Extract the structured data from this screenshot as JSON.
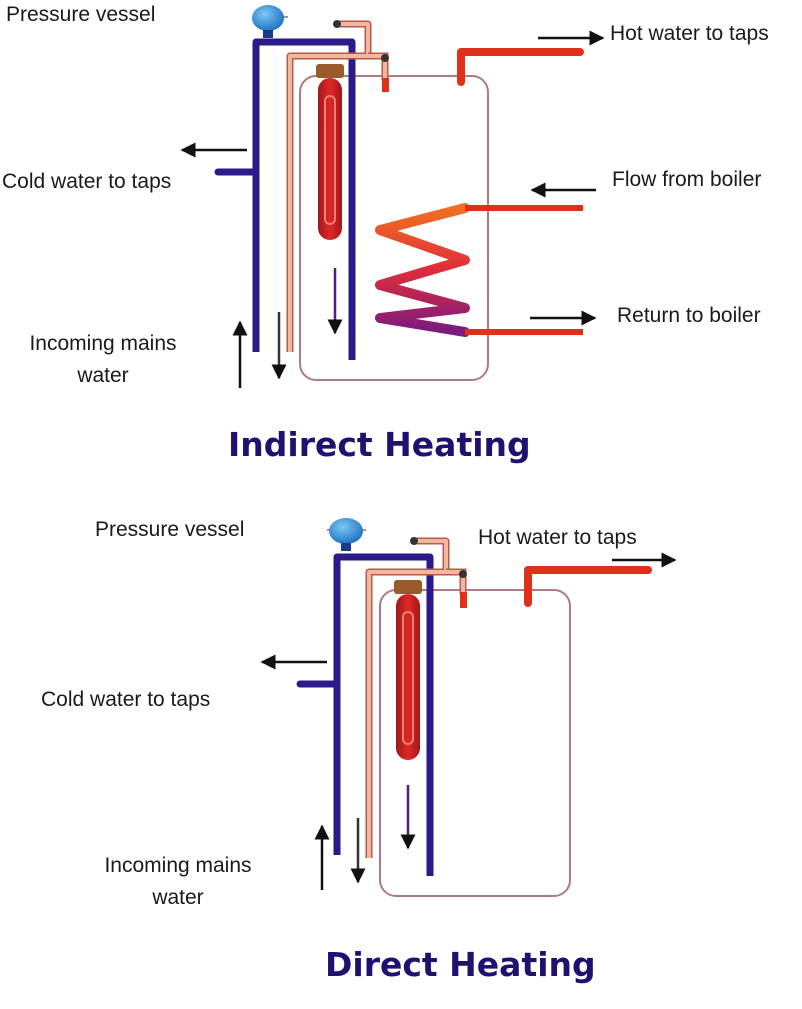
{
  "diagrams": [
    {
      "title": "Indirect Heating",
      "labels": {
        "pressure_vessel": "Pressure vessel",
        "hot_water": "Hot water to taps",
        "cold_water": "Cold water to taps",
        "flow_from_boiler": "Flow from boiler",
        "return_to_boiler": "Return to boiler",
        "incoming_mains_line1": "Incoming mains",
        "incoming_mains_line2": "water"
      }
    },
    {
      "title": "Direct Heating",
      "labels": {
        "pressure_vessel": "Pressure vessel",
        "hot_water": "Hot water to taps",
        "cold_water": "Cold water to taps",
        "incoming_mains_line1": "Incoming mains",
        "incoming_mains_line2": "water"
      }
    }
  ],
  "colors": {
    "cold_pipe": "#2a1a8a",
    "copper_pipe": "#e8a088",
    "hot_pipe": "#e0301c",
    "tank_outline": "#b07a80",
    "vessel": "#2a8ad8",
    "title": "#201070"
  }
}
